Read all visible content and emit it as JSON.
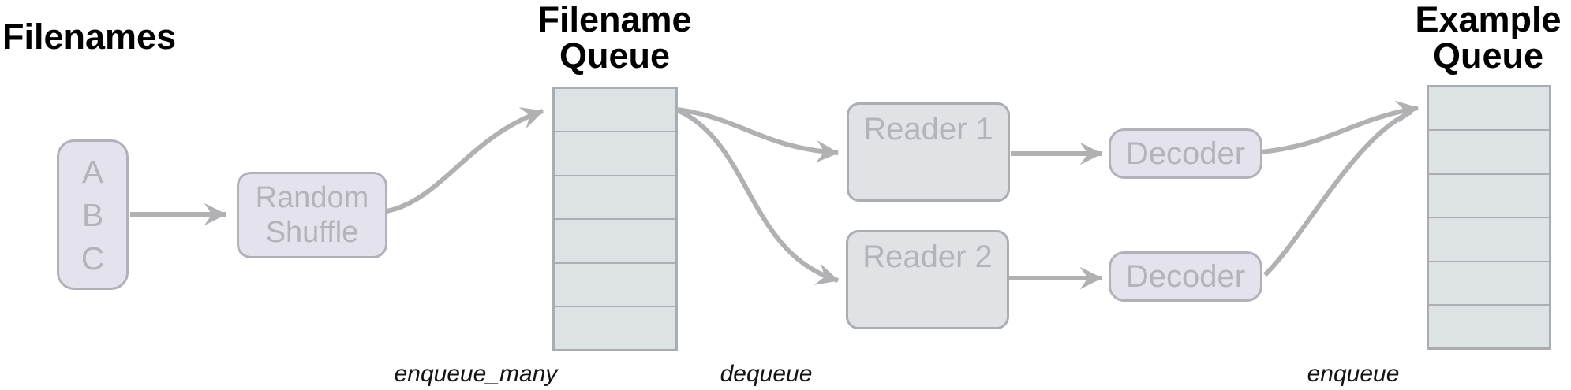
{
  "titles": {
    "filenames": "Filenames",
    "filename_queue": [
      "Filename",
      "Queue"
    ],
    "example_queue": [
      "Example",
      "Queue"
    ]
  },
  "nodes": {
    "filenames_box": {
      "items": [
        "A",
        "B",
        "C"
      ]
    },
    "random_shuffle": {
      "lines": [
        "Random",
        "Shuffle"
      ]
    },
    "reader1": {
      "label": "Reader 1"
    },
    "reader2": {
      "label": "Reader 2"
    },
    "decoder1": {
      "label": "Decoder"
    },
    "decoder2": {
      "label": "Decoder"
    }
  },
  "queues": {
    "filename_queue": {
      "slots": 6
    },
    "example_queue": {
      "slots": 6
    }
  },
  "operation_labels": {
    "enqueue_many": "enqueue_many",
    "dequeue": "dequeue",
    "enqueue": "enqueue"
  },
  "colors": {
    "lavender_fill": "#e4e2ed",
    "bluegray_fill": "#dfe3e6",
    "queue_fill": "#dde2e5",
    "border_gray": "#aaadb2",
    "lavender_border": "#b2b0b8",
    "arrow_gray": "#b1b1b4",
    "node_text_gray": "#b4b3b9",
    "title_color": "#000000",
    "op_label_color": "#141414"
  }
}
